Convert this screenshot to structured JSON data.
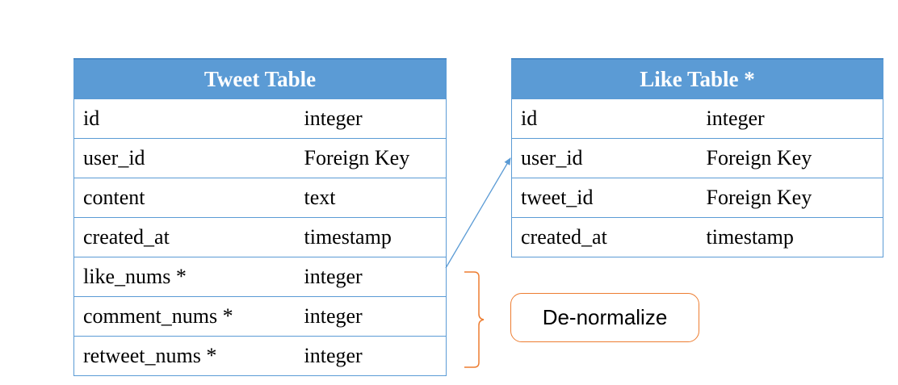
{
  "tweet_table": {
    "title": "Tweet Table",
    "rows": [
      [
        "id",
        "integer"
      ],
      [
        "user_id",
        "Foreign Key"
      ],
      [
        "content",
        "text"
      ],
      [
        "created_at",
        "timestamp"
      ],
      [
        "like_nums *",
        "integer"
      ],
      [
        "comment_nums *",
        "integer"
      ],
      [
        "retweet_nums *",
        "integer"
      ]
    ]
  },
  "like_table": {
    "title": "Like Table *",
    "rows": [
      [
        "id",
        "integer"
      ],
      [
        "user_id",
        "Foreign Key"
      ],
      [
        "tweet_id",
        "Foreign Key"
      ],
      [
        "created_at",
        "timestamp"
      ]
    ]
  },
  "callout": {
    "label": "De-normalize"
  },
  "colors": {
    "header_bg": "#5b9bd5",
    "grid_line": "#5b9bd5",
    "brace": "#ed7d31",
    "arrow": "#5b9bd5"
  }
}
